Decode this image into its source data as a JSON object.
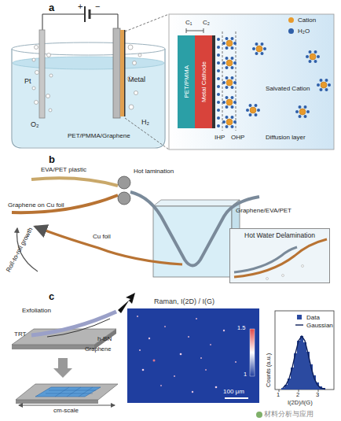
{
  "diagram": {
    "nodes": [
      {
        "text": [
          "PET/PMMA"
        ]
      },
      {
        "text": [
          "Metal Cathode"
        ]
      },
      {
        "text": [
          "Hot Water Delamination"
        ]
      },
      {
        "text": [
          "Raman, I(2D) / I(G)"
        ]
      }
    ],
    "labels": [
      "a",
      "+",
      "−",
      "Pt",
      "O₂",
      "Metal",
      "H₂",
      "PET/PMMA/Graphene",
      "C₁",
      "C₂",
      "Salvated Cation",
      "IHP",
      "OHP",
      "Diffusion layer",
      "b",
      "EVA/PET plastic",
      "Hot lamination",
      "Graphene on Cu foil",
      "Roll-to-roll growth",
      "Cu foil",
      "Graphene/EVA/PET",
      "c",
      "Exfoliation",
      "TRT",
      "h-BN",
      "Graphene",
      "cm-scale",
      "100 μm",
      "1.5",
      "1",
      "Counts (a.u.)",
      "1",
      "2",
      "3",
      "I(2D)/I(G)",
      "材料分析与应用"
    ],
    "legend": [
      {
        "text": "Cation",
        "color": "#e89a2c"
      },
      {
        "text": "H₂O",
        "color": "#2f5fa8"
      },
      {
        "text": "Data"
      },
      {
        "text": "Gaussian"
      }
    ]
  }
}
